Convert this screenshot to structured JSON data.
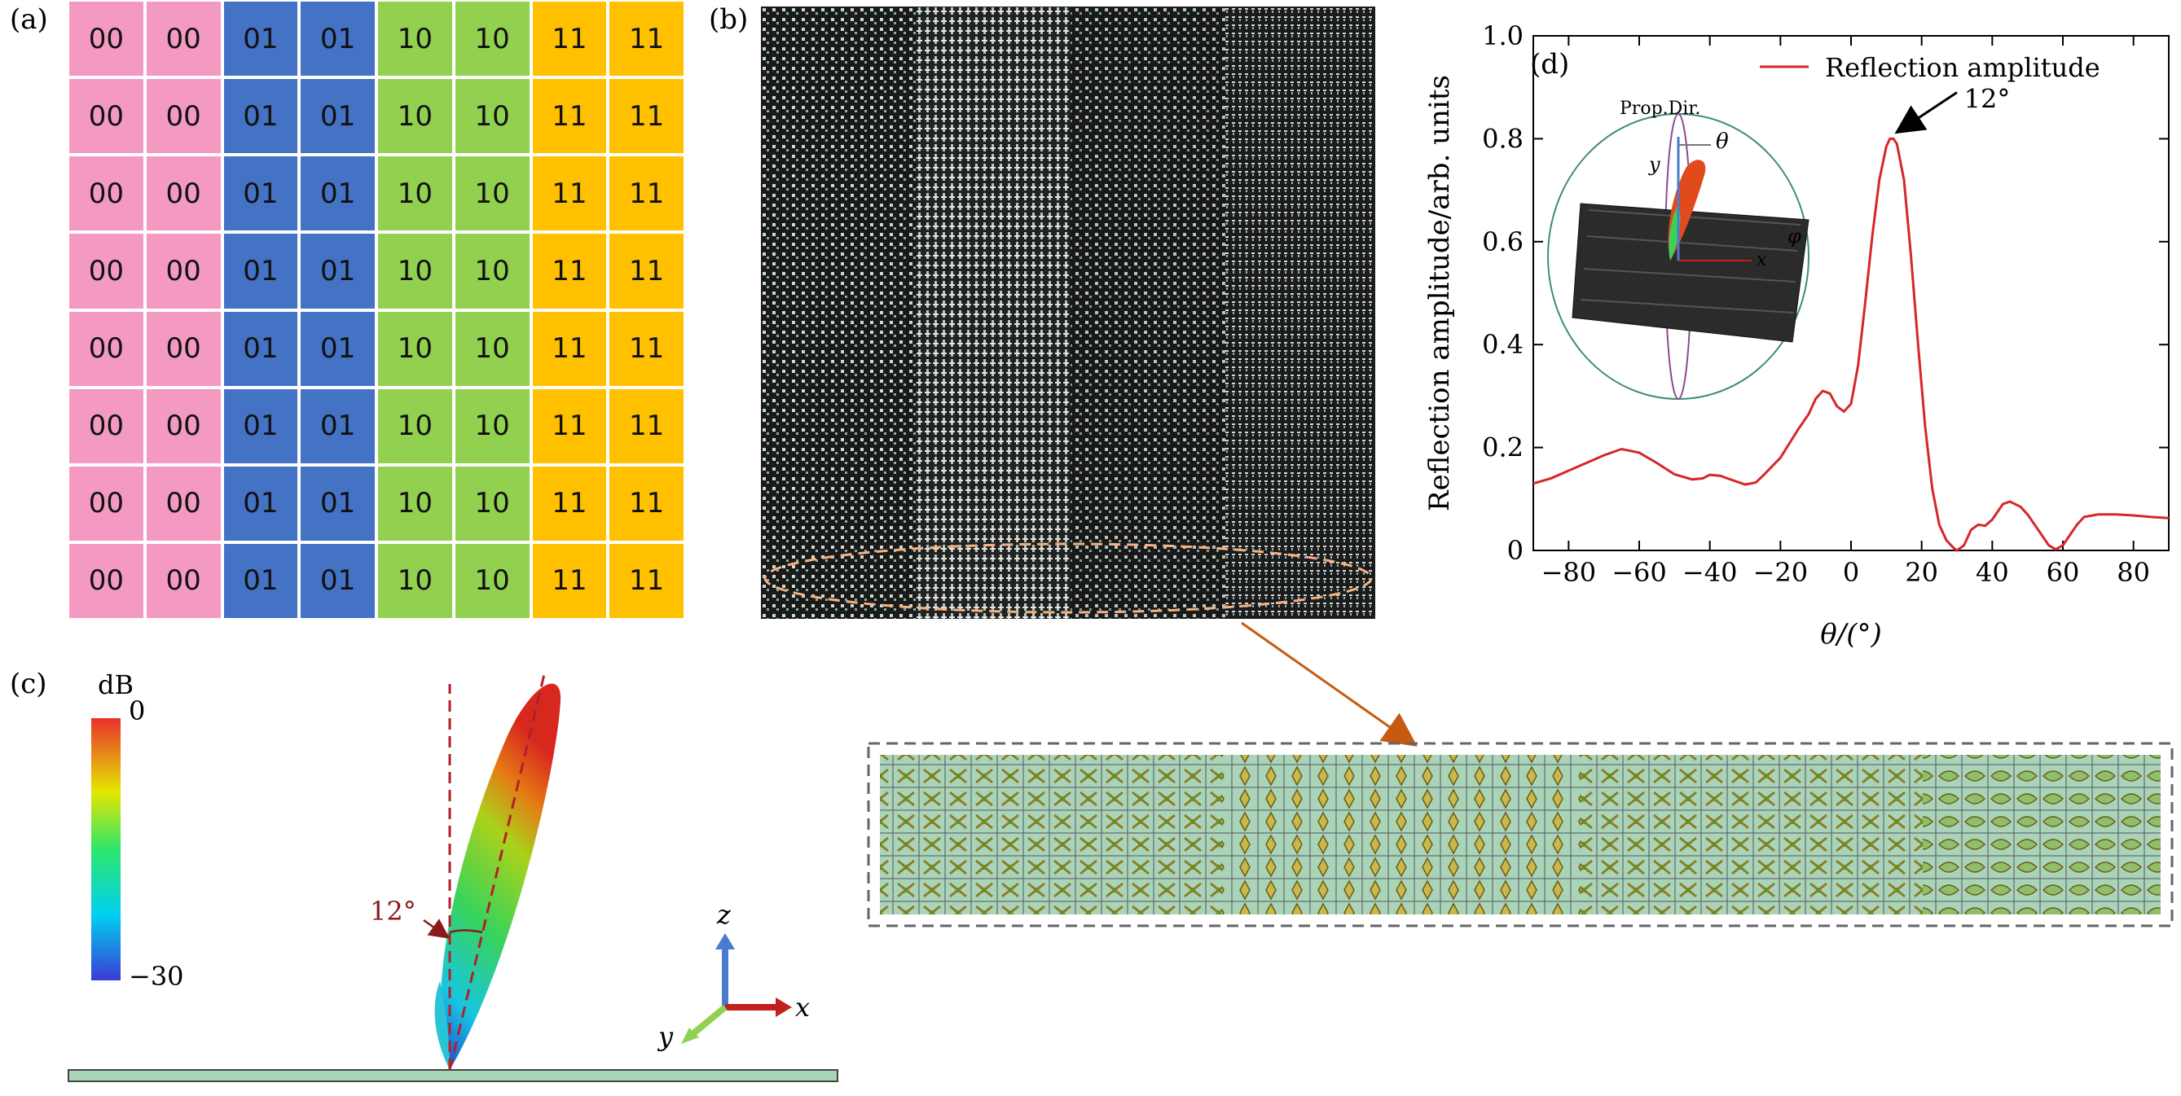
{
  "panel_labels": {
    "a": "(a)",
    "b": "(b)",
    "c": "(c)",
    "d": "(d)"
  },
  "panel_a": {
    "rows": 8,
    "codes": [
      "00",
      "00",
      "01",
      "01",
      "10",
      "10",
      "11",
      "11"
    ],
    "colors": {
      "00": "#f49ac2",
      "01": "#4472c4",
      "10": "#92d050",
      "11": "#ffc000"
    }
  },
  "panel_c": {
    "colorbar_unit": "dB",
    "colorbar_max": "0",
    "colorbar_min": "−30",
    "angle_label": "12°",
    "axis_z": "z",
    "axis_x": "x",
    "axis_y": "y"
  },
  "panel_d": {
    "legend": "Reflection amplitude",
    "peak_annotation": "12°",
    "inset_prop_dir": "Prop.Dir.",
    "inset_theta": "θ",
    "inset_phi": "φ",
    "inset_y": "y",
    "inset_x": "x"
  },
  "chart_data": {
    "type": "line",
    "title": "",
    "xlabel": "θ/(°)",
    "ylabel": "Reflection amplitude/arb. units",
    "xlim": [
      -90,
      90
    ],
    "ylim": [
      0,
      1.0
    ],
    "xticks": [
      -80,
      -60,
      -40,
      -20,
      0,
      20,
      40,
      60,
      80
    ],
    "yticks": [
      0,
      0.2,
      0.4,
      0.6,
      0.8,
      1.0
    ],
    "xtick_labels": [
      "−80",
      "−60",
      "−40",
      "−20",
      "0",
      "20",
      "40",
      "60",
      "80"
    ],
    "ytick_labels": [
      "0",
      "0.2",
      "0.4",
      "0.6",
      "0.8",
      "1.0"
    ],
    "legend_position": "top-right",
    "series": [
      {
        "name": "Reflection amplitude",
        "color": "#d62728",
        "x": [
          -90,
          -85,
          -80,
          -75,
          -70,
          -65,
          -60,
          -55,
          -50,
          -45,
          -42,
          -40,
          -37,
          -35,
          -30,
          -27,
          -25,
          -20,
          -15,
          -12,
          -10,
          -8,
          -6,
          -4,
          -2,
          0,
          2,
          4,
          6,
          8,
          10,
          11,
          12,
          13,
          15,
          17,
          19,
          21,
          23,
          25,
          27,
          29,
          30,
          32,
          34,
          36,
          38,
          40,
          43,
          45,
          48,
          50,
          53,
          56,
          58,
          60,
          62,
          64,
          66,
          70,
          75,
          80,
          85,
          90
        ],
        "y": [
          0.13,
          0.14,
          0.155,
          0.17,
          0.185,
          0.197,
          0.19,
          0.17,
          0.148,
          0.138,
          0.14,
          0.147,
          0.145,
          0.14,
          0.128,
          0.132,
          0.145,
          0.18,
          0.235,
          0.265,
          0.295,
          0.31,
          0.305,
          0.28,
          0.27,
          0.285,
          0.36,
          0.48,
          0.61,
          0.72,
          0.785,
          0.8,
          0.8,
          0.79,
          0.72,
          0.57,
          0.4,
          0.24,
          0.12,
          0.05,
          0.02,
          0.005,
          0.0,
          0.01,
          0.04,
          0.05,
          0.048,
          0.06,
          0.09,
          0.095,
          0.085,
          0.07,
          0.04,
          0.01,
          0.002,
          0.01,
          0.03,
          0.05,
          0.065,
          0.07,
          0.07,
          0.068,
          0.065,
          0.063
        ]
      }
    ]
  }
}
